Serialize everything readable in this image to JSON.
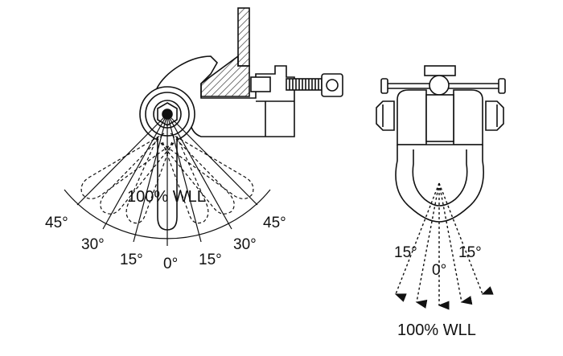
{
  "left_diagram": {
    "labels": {
      "wll": "100% WLL",
      "deg45_left": "45°",
      "deg30_left": "30°",
      "deg15_left": "15°",
      "deg0": "0°",
      "deg15_right": "15°",
      "deg30_right": "30°",
      "deg45_right": "45°"
    }
  },
  "right_diagram": {
    "labels": {
      "deg15_left": "15°",
      "deg0": "0°",
      "deg15_right": "15°",
      "wll": "100% WLL"
    }
  },
  "colors": {
    "line": "#111111",
    "hatch": "#333333"
  }
}
